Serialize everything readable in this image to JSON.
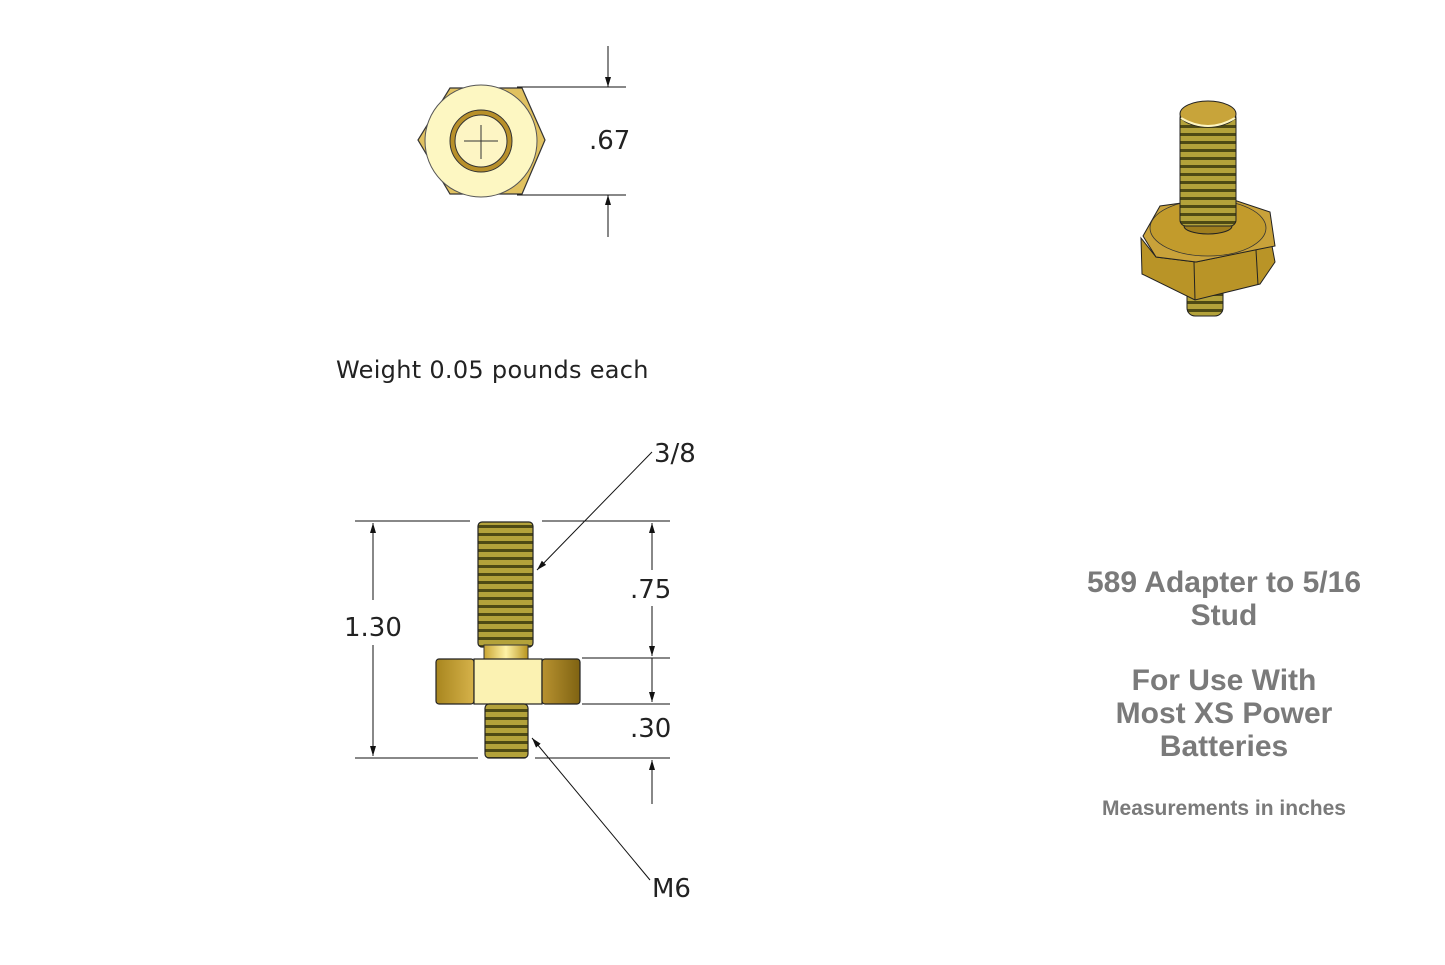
{
  "drawing": {
    "top_view": {
      "dimension_label": ".67"
    },
    "side_view": {
      "overall_length_label": "1.30",
      "upper_length_label": ".75",
      "lower_length_label": ".30",
      "upper_thread_callout": "3/8",
      "lower_thread_callout": "M6"
    },
    "weight_note": "Weight 0.05 pounds each",
    "colors": {
      "brass_light": "#f8f0b0",
      "brass_mid": "#c9a733",
      "brass_dark": "#8a6d14",
      "thread_green": "#6d6a1e",
      "title_gray": "#7a7a7a"
    }
  },
  "title_block": {
    "line1": "589 Adapter to 5/16",
    "line2": "Stud",
    "line3": "For Use With",
    "line4": "Most XS Power",
    "line5": "Batteries",
    "note": "Measurements in inches"
  }
}
